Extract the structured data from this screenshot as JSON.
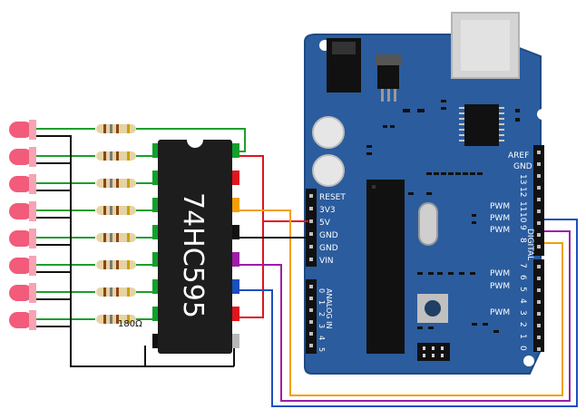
{
  "chip": {
    "label": "74HC595"
  },
  "resistor": {
    "value_label": "180Ω"
  },
  "arduino": {
    "power_pins": [
      "RESET",
      "3V3",
      "5V",
      "GND",
      "GND",
      "VIN"
    ],
    "analog_label": "ANALOG IN",
    "analog_numbers": [
      "0",
      "1",
      "2",
      "3",
      "4",
      "5"
    ],
    "aref_label": "AREF",
    "gnd_label": "GND",
    "digital_label": "DIGITAL",
    "digital_numbers": [
      "13",
      "12",
      "11",
      "10",
      "9",
      "8",
      "7",
      "6",
      "5",
      "4",
      "3",
      "2",
      "1",
      "0"
    ],
    "pwm_label": "PWM"
  },
  "colors": {
    "board": "#2b5c9e",
    "board_dark": "#1e4a84",
    "chip": "#1d1d1d",
    "pin_green": "#12a02a",
    "led": "#f25b7a",
    "wire_green": "#1e9e2e",
    "wire_red": "#e0141e",
    "wire_orange": "#f2a000",
    "wire_purple": "#9c1ea8",
    "wire_blue": "#1c4fbf",
    "wire_black": "#111111"
  }
}
